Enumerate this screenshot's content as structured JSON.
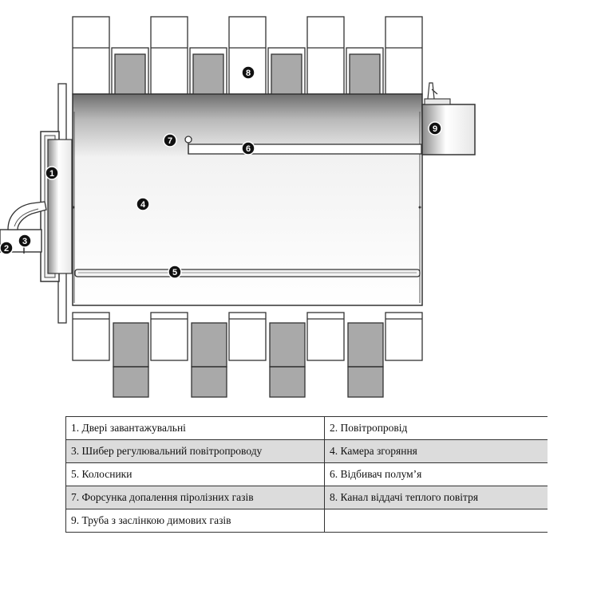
{
  "colors": {
    "fin_light": "#ffffff",
    "fin_dark": "#a9a9a9",
    "outline": "#333333",
    "marker_fill": "#111111",
    "marker_text": "#ffffff"
  },
  "markers": [
    "1",
    "2",
    "3",
    "4",
    "5",
    "6",
    "7",
    "8",
    "9"
  ],
  "legend": {
    "rows": [
      [
        "1. Двері завантажувальні",
        "2. Повітропровід"
      ],
      [
        "3. Шибер регулювальний повітропроводу",
        "4. Камера згоряння"
      ],
      [
        "5. Колосники",
        "6. Відбивач полум’я"
      ],
      [
        "7. Форсунка допалення піролізних газів",
        "8. Канал віддачі теплого повітря"
      ],
      [
        "9. Труба з заслінкою димових газів",
        ""
      ]
    ]
  }
}
